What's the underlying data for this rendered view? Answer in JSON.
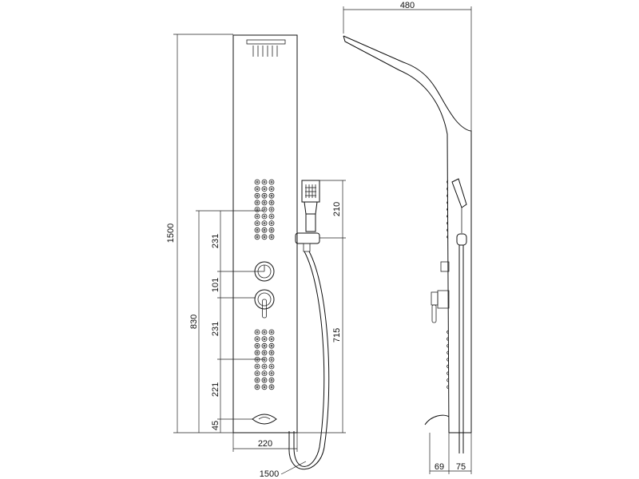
{
  "dimensions": {
    "total_height": "1500",
    "top_width": "480",
    "panel_width": "220",
    "hose_length": "1500",
    "lower_span": "830",
    "hand_shower_height": "210",
    "holder_height": "715",
    "seg_upper_jets": "231",
    "seg_valves": "101",
    "seg_lower_jets": "231",
    "seg_bottom": "221",
    "seg_spout": "45",
    "depth_base": "69",
    "depth_outlet": "75"
  }
}
